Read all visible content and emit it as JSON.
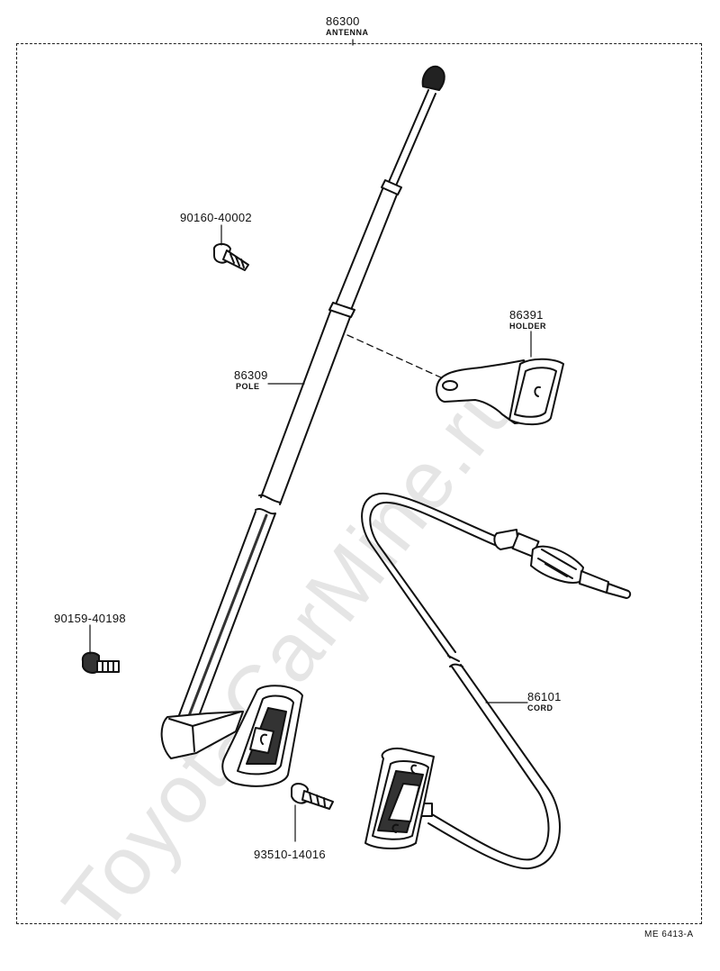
{
  "assembly": {
    "part_number": "86300",
    "name": "ANTENNA"
  },
  "parts": {
    "screw_top": {
      "part_number": "90160-40002"
    },
    "holder": {
      "part_number": "86391",
      "name": "HOLDER"
    },
    "pole": {
      "part_number": "86309",
      "name": "POLE"
    },
    "screw_left": {
      "part_number": "90159-40198"
    },
    "cord": {
      "part_number": "86101",
      "name": "CORD"
    },
    "screw_bottom": {
      "part_number": "93510-14016"
    }
  },
  "diagram_code": "ME 6413-A",
  "watermark": "ToyotaCarMine.ru"
}
